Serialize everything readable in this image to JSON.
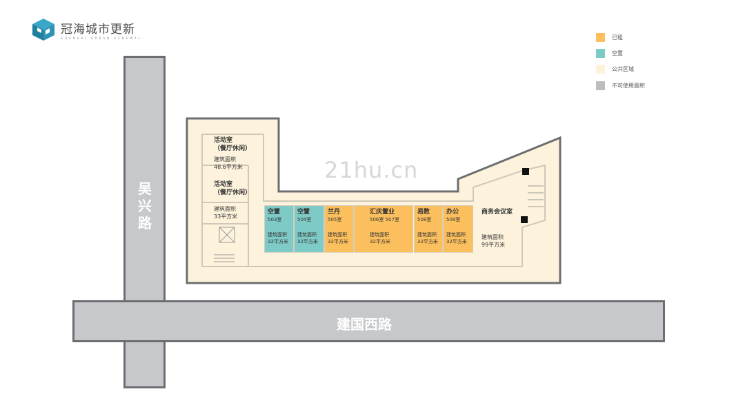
{
  "logo": {
    "name": "冠海城市更新",
    "subtitle": "GUANHAI URBAN RENEWAL",
    "color": "#2a8fb0"
  },
  "legend": [
    {
      "label": "已租",
      "color": "#fbbf5d"
    },
    {
      "label": "空置",
      "color": "#7dcac6"
    },
    {
      "label": "公共区域",
      "color": "#fdf3dc"
    },
    {
      "label": "不可使用面积",
      "color": "#bdbdbd"
    }
  ],
  "roads": {
    "vertical": "吴兴路",
    "horizontal": "建国西路"
  },
  "watermark": "21hu.cn",
  "left_rooms": [
    {
      "name": "活动室",
      "sub": "（餐厅休闲）",
      "area_label": "建筑面积",
      "area": "48.6平方米"
    },
    {
      "name": "活动室",
      "sub": "（餐厅休闲）"
    },
    {
      "area_label": "建筑面积",
      "area": "33平方米"
    }
  ],
  "units": [
    {
      "name": "空置",
      "room": "503室",
      "area_label": "建筑面积",
      "area": "32平方米",
      "status": "vacant"
    },
    {
      "name": "空置",
      "room": "504室",
      "area_label": "建筑面积",
      "area": "32平方米",
      "status": "vacant"
    },
    {
      "name": "兰丹",
      "room": "505室",
      "area_label": "建筑面积",
      "area": "32平方米",
      "status": "leased"
    },
    {
      "name": "汇庆置业",
      "room": "506室 507室",
      "area_label": "建筑面积",
      "area": "32平方米",
      "status": "leased"
    },
    {
      "name": "易数",
      "room": "508室",
      "area_label": "建筑面积",
      "area": "32平方米",
      "status": "leased"
    },
    {
      "name": "办公",
      "room": "509室",
      "area_label": "建筑面积",
      "area": "32平方米",
      "status": "leased"
    }
  ],
  "meeting_room": {
    "name": "商务会议室",
    "area_label": "建筑面积",
    "area": "99平方米"
  }
}
